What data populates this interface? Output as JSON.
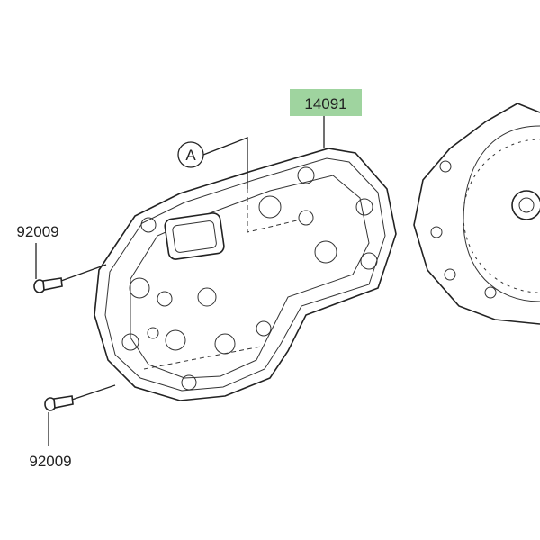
{
  "diagram": {
    "part_label_main": "14091",
    "part_label_main_color": "#9fd49f",
    "reference_callout": "A",
    "screw_label_top": "92009",
    "screw_label_bottom": "92009"
  }
}
